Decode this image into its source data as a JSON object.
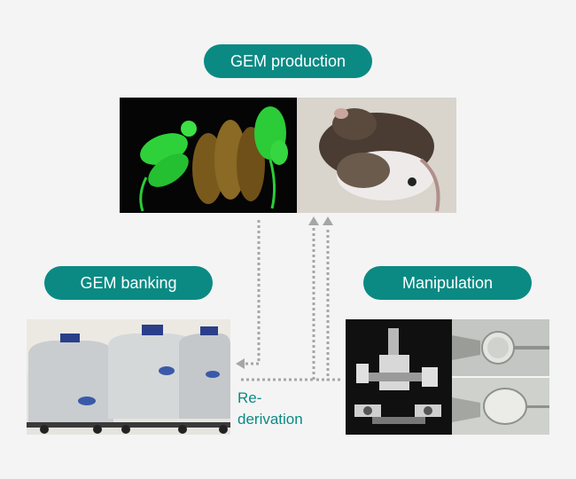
{
  "nodes": {
    "gem_production": {
      "label": "GEM production"
    },
    "gem_banking": {
      "label": "GEM banking"
    },
    "manipulation": {
      "label": "Manipulation"
    }
  },
  "edge_label": {
    "line1": "Re-",
    "line2": "derivation"
  },
  "colors": {
    "pill": "#0b8a84",
    "connector": "#a6a6a6",
    "label_text": "#0b8a84",
    "background": "#f4f4f4"
  },
  "icons": {
    "production_left": "fluorescent-mice-icon",
    "production_right": "mice-photo-icon",
    "banking": "cryo-tanks-icon",
    "manipulation_left": "microscope-icon",
    "manipulation_right": "embryo-injection-icon"
  }
}
